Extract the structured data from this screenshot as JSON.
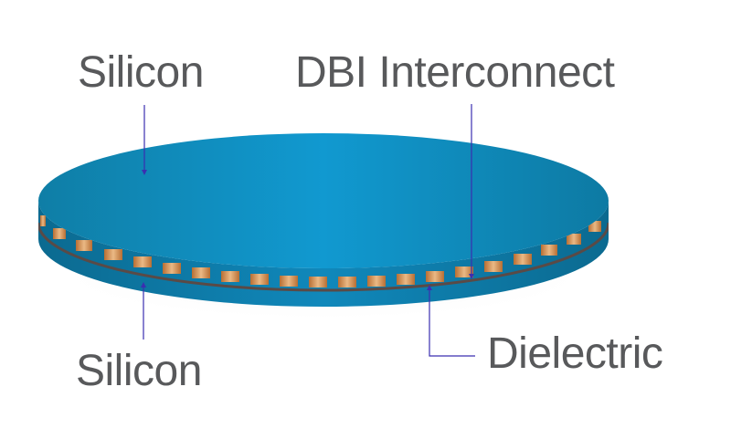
{
  "diagram": {
    "title": "",
    "labels": {
      "silicon_top": "Silicon",
      "dbi_interconnect": "DBI Interconnect",
      "silicon_bottom": "Silicon",
      "dielectric": "Dielectric"
    },
    "colors": {
      "wafer_top_dark": "#0e7ea8",
      "wafer_top_light": "#1199cf",
      "wafer_edge": "#0b6a90",
      "copper": "#c9844a",
      "copper_highlight": "#e8b27f",
      "dielectric_line": "#5a4a46",
      "leader_line": "#3b2fb0",
      "text": "#58595b"
    },
    "components": [
      {
        "name": "Silicon",
        "position": "top wafer layer"
      },
      {
        "name": "DBI Interconnect",
        "position": "copper pads at bond interface"
      },
      {
        "name": "Dielectric",
        "position": "bond layer between pads"
      },
      {
        "name": "Silicon",
        "position": "bottom wafer layer"
      }
    ]
  }
}
